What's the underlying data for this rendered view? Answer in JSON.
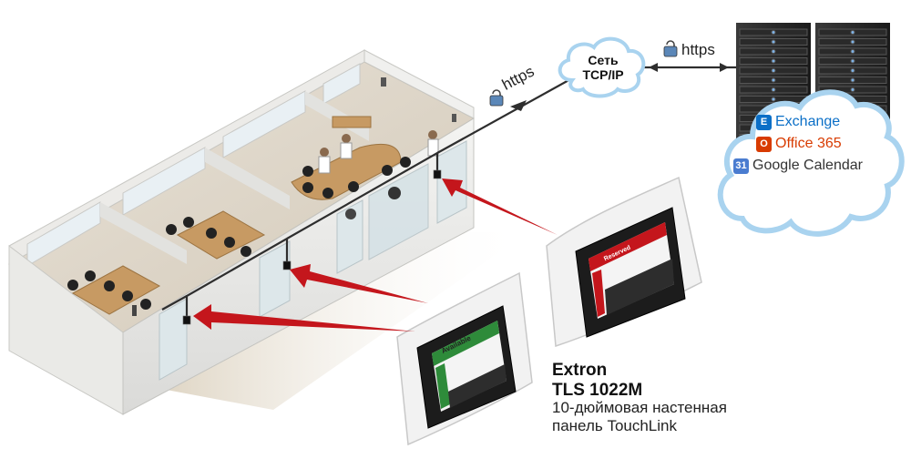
{
  "network": {
    "cloud_label_line1": "Сеть",
    "cloud_label_line2": "TCP/IP",
    "https_left": "https",
    "https_right": "https"
  },
  "services": [
    {
      "name": "Exchange",
      "icon": "exchange-icon",
      "color": "#0b6fc7"
    },
    {
      "name": "Office 365",
      "icon": "office365-icon",
      "color": "#d83b01"
    },
    {
      "name": "Google Calendar",
      "icon": "google-calendar-icon",
      "color": "#333333"
    }
  ],
  "product": {
    "brand": "Extron",
    "model": "TLS 1022M",
    "desc_line1": "10-дюймовая настенная",
    "desc_line2": "панель TouchLink"
  },
  "panel_screens": {
    "small": {
      "status": "Available"
    },
    "large": {
      "status": "Reserved"
    }
  },
  "colors": {
    "arrow": "#c4161c",
    "cable": "#333333",
    "cloud_outline": "#a9d3ef"
  }
}
